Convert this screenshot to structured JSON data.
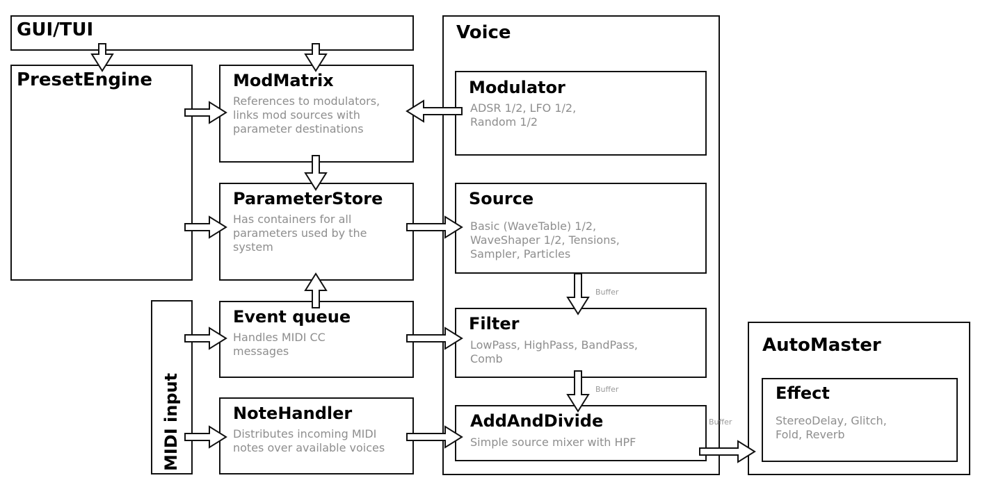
{
  "gui": {
    "title": "GUI/TUI"
  },
  "preset": {
    "title": "PresetEngine"
  },
  "midi": {
    "title": "MIDI input"
  },
  "modmatrix": {
    "title": "ModMatrix",
    "desc": [
      "References to modulators,",
      "links mod sources with",
      "parameter destinations"
    ]
  },
  "paramstore": {
    "title": "ParameterStore",
    "desc": [
      "Has containers for all",
      "parameters used by the",
      "system"
    ]
  },
  "eventqueue": {
    "title": "Event queue",
    "desc": [
      "Handles MIDI CC",
      "messages"
    ]
  },
  "notehandler": {
    "title": "NoteHandler",
    "desc": [
      "Distributes incoming MIDI",
      "notes over available voices"
    ]
  },
  "voice": {
    "title": "Voice"
  },
  "modulator": {
    "title": "Modulator",
    "desc": [
      "ADSR 1/2, LFO 1/2,",
      "Random 1/2"
    ]
  },
  "source": {
    "title": "Source",
    "desc": [
      "Basic (WaveTable) 1/2,",
      "WaveShaper 1/2, Tensions,",
      "Sampler, Particles"
    ]
  },
  "filter": {
    "title": "Filter",
    "desc": [
      "LowPass, HighPass, BandPass,",
      "Comb"
    ]
  },
  "addanddivide": {
    "title": "AddAndDivide",
    "desc": [
      "Simple source mixer with HPF"
    ]
  },
  "automaster": {
    "title": "AutoMaster"
  },
  "effect": {
    "title": "Effect",
    "desc": [
      "StereoDelay, Glitch,",
      "Fold, Reverb"
    ]
  },
  "buffer_labels": [
    "Buffer",
    "Buffer",
    "Buffer"
  ]
}
